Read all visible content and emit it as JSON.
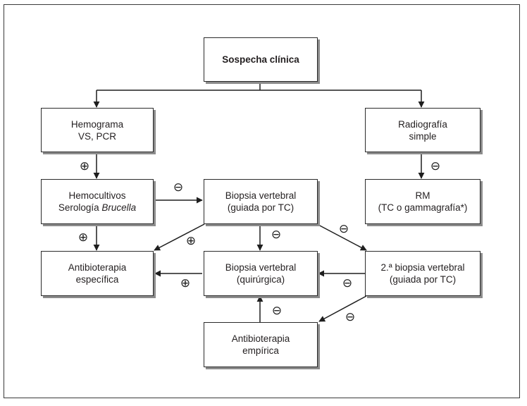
{
  "nodes": {
    "sospecha": {
      "line1": "Sospecha clínica"
    },
    "hemograma": {
      "line1": "Hemograma",
      "line2": "VS, PCR"
    },
    "radiografia": {
      "line1": "Radiografía",
      "line2": "simple"
    },
    "hemocultivos": {
      "line1": "Hemocultivos",
      "line2a": "Serología ",
      "line2b": "Brucella"
    },
    "biopsia_tc": {
      "line1": "Biopsia vertebral",
      "line2": "(guiada por TC)"
    },
    "rm": {
      "line1": "RM",
      "line2": "(TC o gammagrafía*)"
    },
    "antibio_especifica": {
      "line1": "Antibioterapia",
      "line2": "específica"
    },
    "biopsia_quir": {
      "line1": "Biopsia vertebral",
      "line2": "(quirúrgica)"
    },
    "biopsia2": {
      "line1": "2.ª biopsia vertebral",
      "line2": "(guiada por TC)"
    },
    "antibio_empirica": {
      "line1": "Antibioterapia",
      "line2": "empírica"
    }
  },
  "signs": {
    "positive": "⊕",
    "negative": "⊖"
  }
}
